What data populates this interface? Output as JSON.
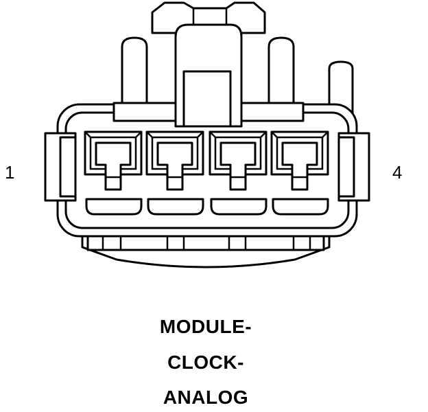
{
  "pin_labels": {
    "left": "1",
    "right": "4"
  },
  "caption": {
    "line1": "MODULE-",
    "line2": "CLOCK-",
    "line3": "ANALOG"
  },
  "connector": {
    "cavity_count": 4,
    "stroke_color": "#000000",
    "background_color": "#ffffff"
  }
}
